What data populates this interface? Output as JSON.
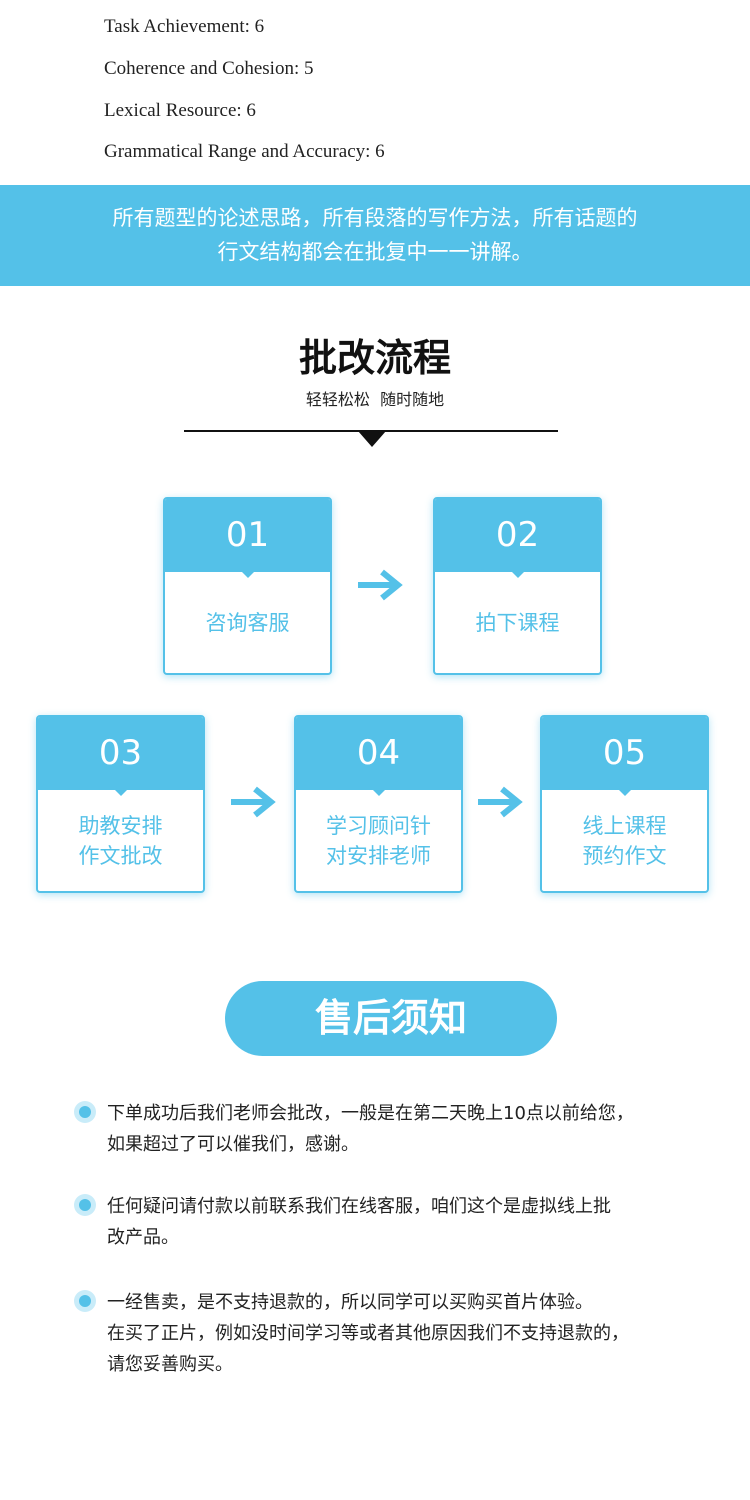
{
  "scores": [
    "Task Achievement: 6",
    "Coherence and Cohesion: 5",
    "Lexical Resource: 6",
    "Grammatical Range and Accuracy: 6"
  ],
  "banner": {
    "line1": "所有题型的论述思路，所有段落的写作方法，所有话题的",
    "line2": "行文结构都会在批复中一一讲解。"
  },
  "process": {
    "title": "批改流程",
    "subtitle": "轻轻松松  随时随地",
    "steps": [
      {
        "num": "01",
        "lines": [
          "咨询客服"
        ]
      },
      {
        "num": "02",
        "lines": [
          "拍下课程"
        ]
      },
      {
        "num": "03",
        "lines": [
          "助教安排",
          "作文批改"
        ]
      },
      {
        "num": "04",
        "lines": [
          "学习顾问针",
          "对安排老师"
        ]
      },
      {
        "num": "05",
        "lines": [
          "线上课程",
          "预约作文"
        ]
      }
    ]
  },
  "after_sales": {
    "title": "售后须知",
    "notes": [
      {
        "lines": [
          "下单成功后我们老师会批改，一般是在第二天晚上10点以前给您，",
          "如果超过了可以催我们，感谢。"
        ]
      },
      {
        "lines": [
          "任何疑问请付款以前联系我们在线客服，咱们这个是虚拟线上批",
          "改产品。"
        ]
      },
      {
        "lines": [
          "一经售卖，是不支持退款的，所以同学可以买购买首片体验。",
          "在买了正片，例如没时间学习等或者其他原因我们不支持退款的，",
          "请您妥善购买。"
        ]
      }
    ]
  },
  "colors": {
    "accent": "#54c1e8",
    "accent_light": "#c9ecf9",
    "text": "#222222"
  },
  "icons": {
    "step_arrow": "right-arrow-icon",
    "bullet": "circle-bullet-icon"
  }
}
